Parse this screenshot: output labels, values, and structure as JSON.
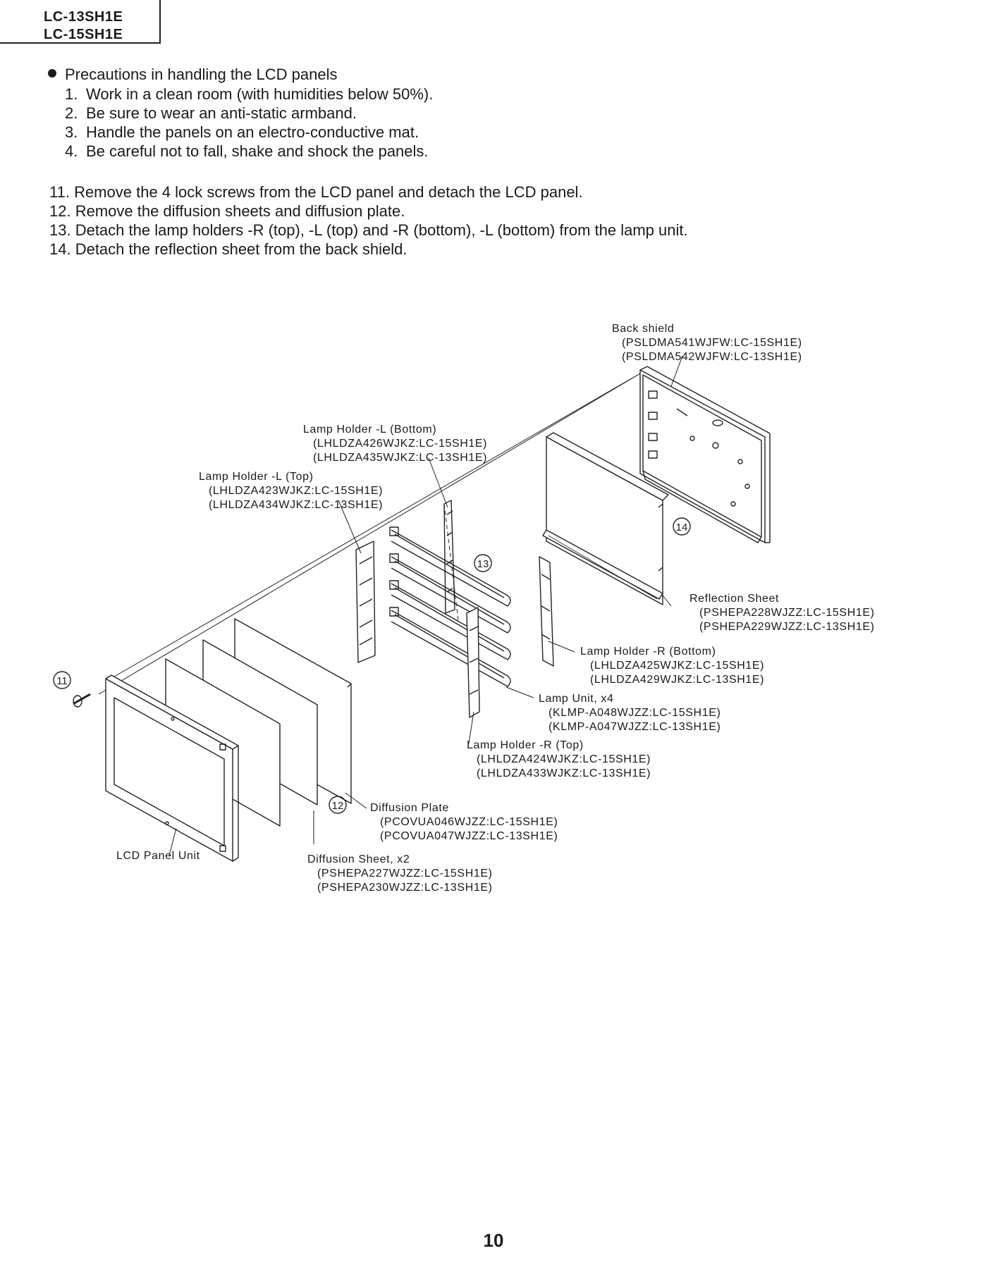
{
  "header": {
    "models": [
      "LC-13SH1E",
      "LC-15SH1E"
    ]
  },
  "precautions": {
    "title": "Precautions in handling the LCD panels",
    "items": [
      {
        "num": "1.",
        "text": "Work in a clean room (with humidities below 50%)."
      },
      {
        "num": "2.",
        "text": "Be sure to wear an anti-static armband."
      },
      {
        "num": "3.",
        "text": "Handle the panels on an electro-conductive mat."
      },
      {
        "num": "4.",
        "text": "Be careful not to fall, shake and shock the panels."
      }
    ]
  },
  "steps": [
    "11. Remove the 4 lock screws from the LCD panel and detach the LCD panel.",
    "12. Remove the diffusion sheets and diffusion plate.",
    "13. Detach the lamp holders -R (top),  -L (top) and -R (bottom), -L (bottom) from the lamp unit.",
    "14. Detach the reflection sheet from the back shield."
  ],
  "diagram": {
    "callouts": [
      "11",
      "12",
      "13",
      "14"
    ],
    "parts": {
      "back_shield": {
        "name": "Back shield",
        "codes": [
          "(PSLDMA541WJFW:LC-15SH1E)",
          "(PSLDMA542WJFW:LC-13SH1E)"
        ]
      },
      "lamp_holder_l_bottom": {
        "name": "Lamp Holder -L (Bottom)",
        "codes": [
          "(LHLDZA426WJKZ:LC-15SH1E)",
          "(LHLDZA435WJKZ:LC-13SH1E)"
        ]
      },
      "lamp_holder_l_top": {
        "name": "Lamp Holder -L (Top)",
        "codes": [
          "(LHLDZA423WJKZ:LC-15SH1E)",
          "(LHLDZA434WJKZ:LC-13SH1E)"
        ]
      },
      "reflection_sheet": {
        "name": "Reflection Sheet",
        "codes": [
          "(PSHEPA228WJZZ:LC-15SH1E)",
          "(PSHEPA229WJZZ:LC-13SH1E)"
        ]
      },
      "lamp_holder_r_bottom": {
        "name": "Lamp Holder -R (Bottom)",
        "codes": [
          "(LHLDZA425WJKZ:LC-15SH1E)",
          "(LHLDZA429WJKZ:LC-13SH1E)"
        ]
      },
      "lamp_unit": {
        "name": "Lamp Unit, x4",
        "codes": [
          "(KLMP-A048WJZZ:LC-15SH1E)",
          "(KLMP-A047WJZZ:LC-13SH1E)"
        ]
      },
      "lamp_holder_r_top": {
        "name": "Lamp Holder -R (Top)",
        "codes": [
          "(LHLDZA424WJKZ:LC-15SH1E)",
          "(LHLDZA433WJKZ:LC-13SH1E)"
        ]
      },
      "diffusion_plate": {
        "name": "Diffusion Plate",
        "codes": [
          "(PCOVUA046WJZZ:LC-15SH1E)",
          "(PCOVUA047WJZZ:LC-13SH1E)"
        ]
      },
      "diffusion_sheet": {
        "name": "Diffusion Sheet, x2",
        "codes": [
          "(PSHEPA227WJZZ:LC-15SH1E)",
          "(PSHEPA230WJZZ:LC-13SH1E)"
        ]
      },
      "lcd_panel_unit": {
        "name": "LCD Panel Unit"
      }
    }
  },
  "page_number": "10"
}
